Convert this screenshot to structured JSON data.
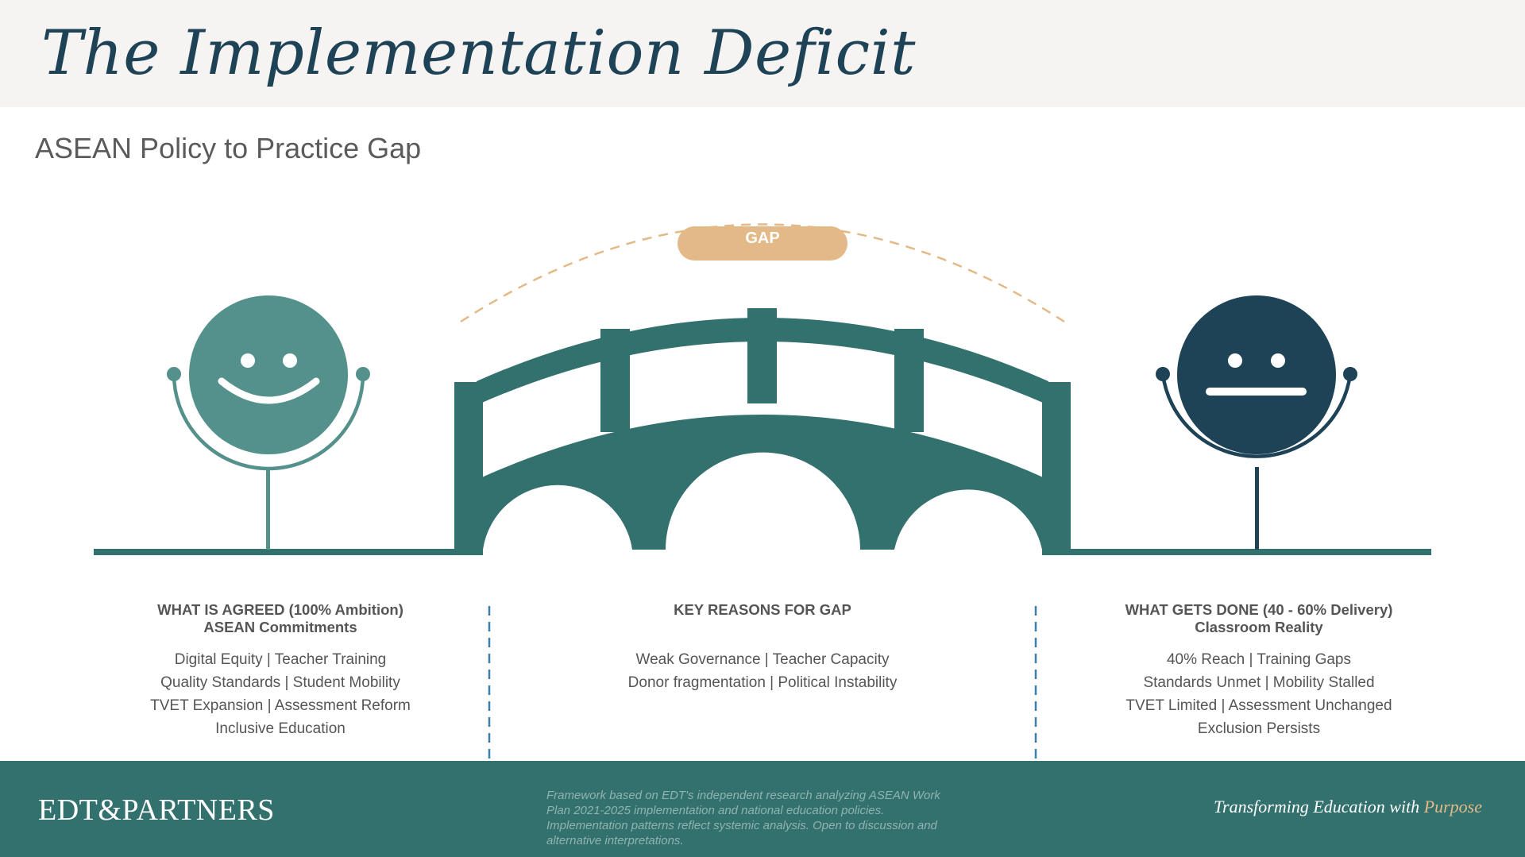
{
  "header": {
    "title": "The Implementation Deficit",
    "subtitle": "ASEAN Policy to Practice Gap"
  },
  "diagram": {
    "gap_label": "GAP",
    "left": {
      "heading_1": "WHAT IS AGREED (100% Ambition)",
      "heading_2": "ASEAN Commitments",
      "items": [
        "Digital Equity | Teacher Training",
        "Quality Standards | Student Mobility",
        "TVET Expansion | Assessment Reform",
        "Inclusive Education"
      ],
      "face": "smiling-face-icon"
    },
    "middle": {
      "heading_1": "KEY REASONS FOR GAP",
      "items": [
        "Weak Governance | Teacher Capacity",
        "Donor fragmentation | Political Instability"
      ],
      "visual": "bridge-icon"
    },
    "right": {
      "heading_1": "WHAT GETS DONE (40 - 60% Delivery)",
      "heading_2": "Classroom Reality",
      "items": [
        "40% Reach | Training Gaps",
        "Standards Unmet | Mobility Stalled",
        "TVET Limited | Assessment Unchanged",
        "Exclusion Persists"
      ],
      "face": "neutral-face-icon"
    }
  },
  "footer": {
    "logo": "EDT&PARTNERS",
    "note": "Framework based on EDT's independent research analyzing ASEAN Work Plan 2021-2025 implementation and national education policies. Implementation patterns reflect systemic analysis. Open to discussion and alternative interpretations.",
    "tagline_main": "Transforming Education with ",
    "tagline_accent": "Purpose"
  },
  "colors": {
    "title": "#1e4256",
    "teal_light": "#55918c",
    "teal_bridge": "#33716e",
    "navy": "#1e4256",
    "gap_accent": "#e3ba87",
    "footer_bg": "#33716e",
    "dashed_divider": "#3d7fa6"
  }
}
